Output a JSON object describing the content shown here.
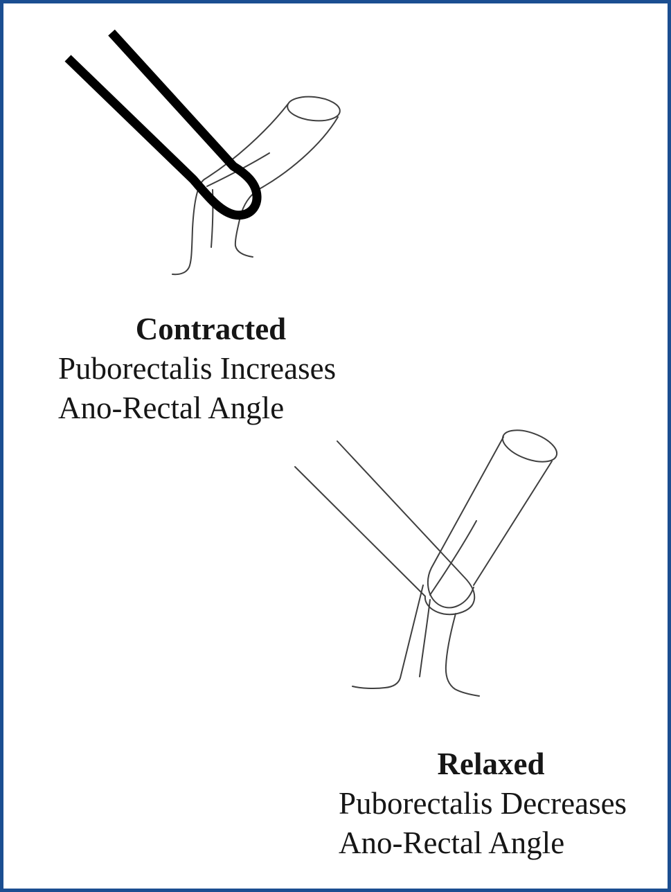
{
  "page": {
    "background_color": "#ffffff",
    "border_color": "#1b4e91"
  },
  "colors": {
    "thin_line": "#3f3f3f",
    "sling_thick": "#000000",
    "text": "#161616"
  },
  "captions": {
    "contracted": {
      "title": "Contracted",
      "line1": "Puborectalis Increases",
      "line2": "Ano-Rectal Angle"
    },
    "relaxed": {
      "title": "Relaxed",
      "line1": "Puborectalis Decreases",
      "line2": "Ano-Rectal Angle"
    }
  }
}
